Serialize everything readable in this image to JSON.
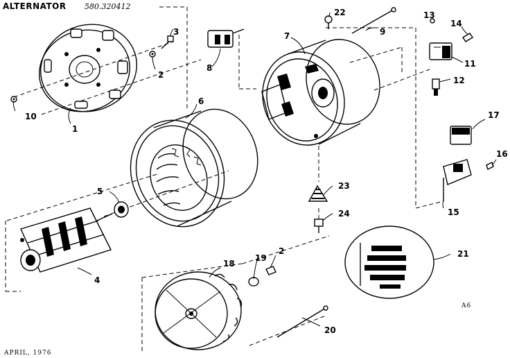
{
  "header": {
    "title": "ALTERNATOR",
    "model_number": "580.320412"
  },
  "footer": {
    "date": "APRIL, 1976",
    "code": "A6"
  },
  "callouts": {
    "c1": "1",
    "c2a": "2",
    "c2b": "2",
    "c3": "3",
    "c4": "4",
    "c5": "5",
    "c6": "6",
    "c7": "7",
    "c8": "8",
    "c9": "9",
    "c10": "10",
    "c11": "11",
    "c12": "12",
    "c13": "13",
    "c14": "14",
    "c15": "15",
    "c16": "16",
    "c17": "17",
    "c18": "18",
    "c19": "19",
    "c20": "20",
    "c21": "21",
    "c22": "22",
    "c23": "23",
    "c24": "24"
  }
}
